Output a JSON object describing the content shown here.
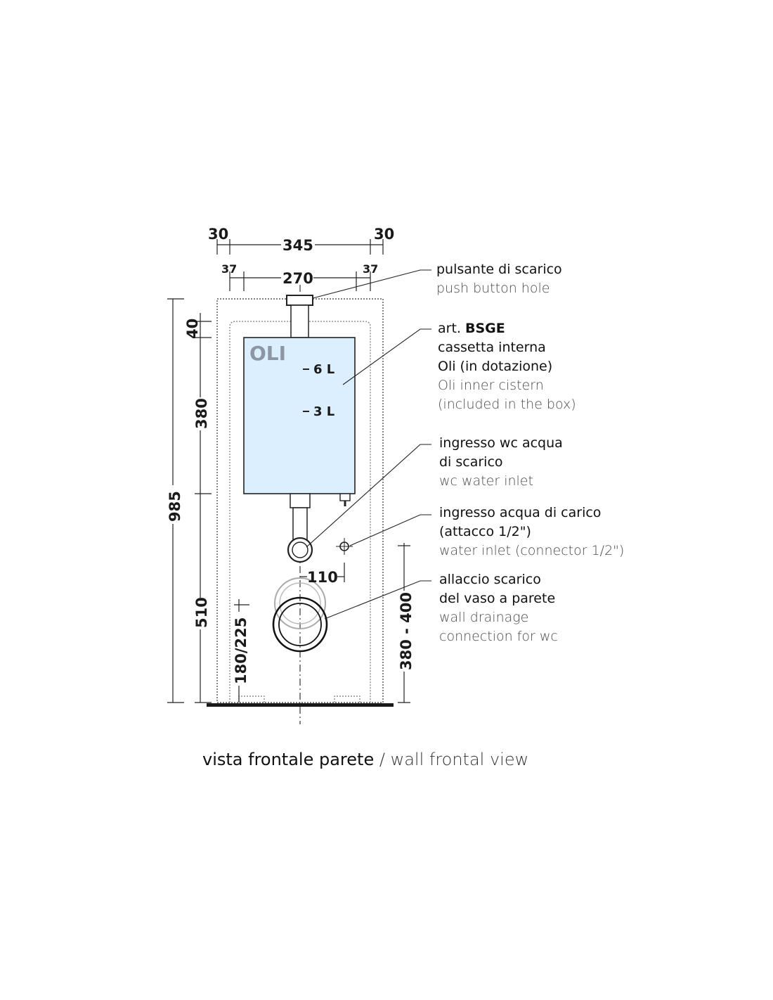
{
  "dimensions": {
    "top_left_30": "30",
    "top_345": "345",
    "top_right_30": "30",
    "inner_left_37": "37",
    "inner_270": "270",
    "inner_right_37": "37",
    "left_40": "40",
    "left_380": "380",
    "left_985": "985",
    "left_510": "510",
    "bottom_180_225": "180/225",
    "right_380_400": "380 - 400",
    "center_110": "110"
  },
  "tank": {
    "logo": "OLI",
    "level_6": "6 L",
    "level_3": "3 L",
    "fill_color": "#dcefff"
  },
  "callouts": {
    "push_button": {
      "it": "pulsante di scarico",
      "en": "push button hole"
    },
    "cistern": {
      "it_prefix": "art. ",
      "it_code": "BSGE",
      "it_line2": "cassetta interna",
      "it_line3": "Oli (in dotazione)",
      "en_line1": "Oli inner cistern",
      "en_line2": "(included in the box)"
    },
    "wc_inlet": {
      "it_line1": "ingresso wc acqua",
      "it_line2": "di scarico",
      "en": "wc water inlet"
    },
    "water_inlet": {
      "it_line1": "ingresso acqua di carico",
      "it_line2": "(attacco 1/2\")",
      "en": "water inlet (connector 1/2\")"
    },
    "drainage": {
      "it_line1": "allaccio scarico",
      "it_line2": "del vaso a parete",
      "en_line1": "wall drainage",
      "en_line2": "connection for wc"
    }
  },
  "caption": {
    "it": "vista frontale parete",
    "separator": " / ",
    "en": "wall frontal view"
  }
}
